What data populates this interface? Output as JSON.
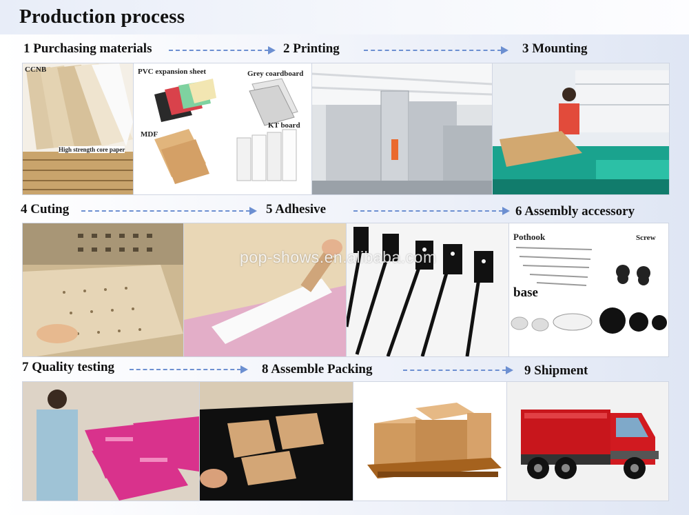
{
  "page": {
    "title": "Production process"
  },
  "steps": [
    {
      "label": "1  Purchasing materials"
    },
    {
      "label": "2  Printing"
    },
    {
      "label": "3  Mounting"
    },
    {
      "label": "4 Cuting"
    },
    {
      "label": "5  Adhesive"
    },
    {
      "label": "6  Assembly  accessory"
    },
    {
      "label": "7  Quality testing"
    },
    {
      "label": "8  Assemble  Packing"
    },
    {
      "label": "9  Shipment"
    }
  ],
  "materials": {
    "ccnb": "CCNB",
    "core_paper": "High strength core paper",
    "pvc": "PVC expansion sheet",
    "grey": "Grey coardboard",
    "mdf": "MDF",
    "kt": "KT board"
  },
  "accessory": {
    "pothook": "Pothook",
    "screw": "Screw",
    "base": "base"
  },
  "watermark": "pop-shows.en.alibaba.com",
  "colors": {
    "arrow": "#6c8fd1",
    "accent_pink": "#d9328c",
    "truck_red": "#c8161c"
  }
}
